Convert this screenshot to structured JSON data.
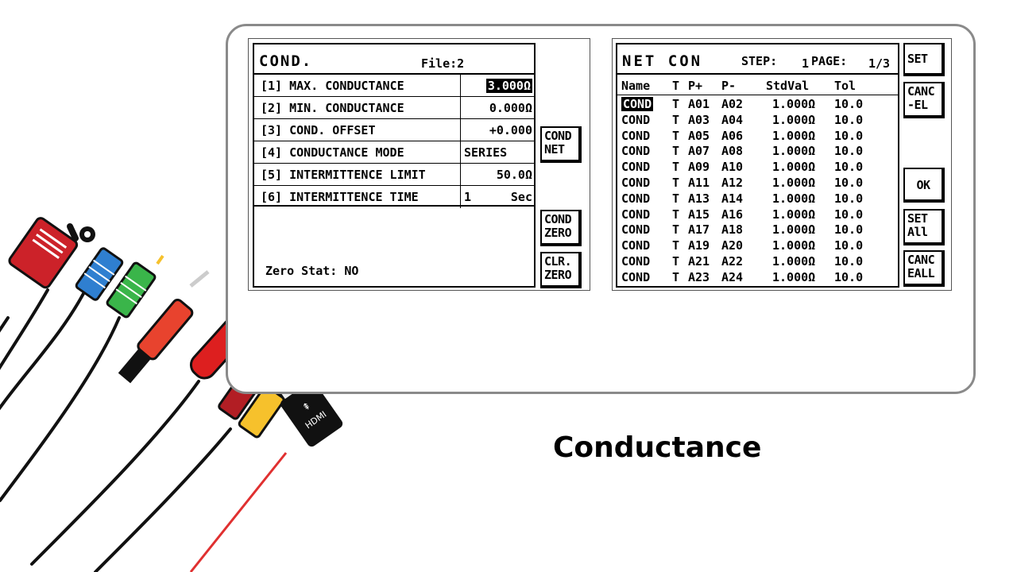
{
  "cond_panel": {
    "title": "COND.",
    "file_label": "File:2",
    "rows": [
      {
        "label": "[1] MAX. CONDUCTANCE",
        "value": "3.000Ω"
      },
      {
        "label": "[2] MIN. CONDUCTANCE",
        "value": "0.000Ω"
      },
      {
        "label": "[3] COND. OFFSET",
        "value": "+0.000"
      },
      {
        "label": "[4] CONDUCTANCE MODE",
        "value": "SERIES"
      },
      {
        "label": "[5] INTERMITTENCE LIMIT",
        "value": "50.0Ω"
      },
      {
        "label": "[6] INTERMITTENCE TIME",
        "value": "1",
        "unit": "Sec"
      }
    ],
    "zero_stat": "Zero Stat: NO",
    "buttons": {
      "cond_net": "COND\nNET",
      "cond_zero": "COND\nZERO",
      "clr_zero": "CLR.\nZERO"
    }
  },
  "net_panel": {
    "title": "NET  CON",
    "step_label": "STEP:",
    "step_value": "1",
    "page_label": "PAGE:",
    "page_value": "1/3",
    "headers": {
      "name": "Name",
      "t": "T",
      "pplus": "P+",
      "pminus": "P-",
      "stdval": "StdVal",
      "tol": "Tol"
    },
    "rows": [
      {
        "name": "COND",
        "t": "T",
        "pp": "A01",
        "pm": "A02",
        "std": "1.000Ω",
        "tol": "10.0"
      },
      {
        "name": "COND",
        "t": "T",
        "pp": "A03",
        "pm": "A04",
        "std": "1.000Ω",
        "tol": "10.0"
      },
      {
        "name": "COND",
        "t": "T",
        "pp": "A05",
        "pm": "A06",
        "std": "1.000Ω",
        "tol": "10.0"
      },
      {
        "name": "COND",
        "t": "T",
        "pp": "A07",
        "pm": "A08",
        "std": "1.000Ω",
        "tol": "10.0"
      },
      {
        "name": "COND",
        "t": "T",
        "pp": "A09",
        "pm": "A10",
        "std": "1.000Ω",
        "tol": "10.0"
      },
      {
        "name": "COND",
        "t": "T",
        "pp": "A11",
        "pm": "A12",
        "std": "1.000Ω",
        "tol": "10.0"
      },
      {
        "name": "COND",
        "t": "T",
        "pp": "A13",
        "pm": "A14",
        "std": "1.000Ω",
        "tol": "10.0"
      },
      {
        "name": "COND",
        "t": "T",
        "pp": "A15",
        "pm": "A16",
        "std": "1.000Ω",
        "tol": "10.0"
      },
      {
        "name": "COND",
        "t": "T",
        "pp": "A17",
        "pm": "A18",
        "std": "1.000Ω",
        "tol": "10.0"
      },
      {
        "name": "COND",
        "t": "T",
        "pp": "A19",
        "pm": "A20",
        "std": "1.000Ω",
        "tol": "10.0"
      },
      {
        "name": "COND",
        "t": "T",
        "pp": "A21",
        "pm": "A22",
        "std": "1.000Ω",
        "tol": "10.0"
      },
      {
        "name": "COND",
        "t": "T",
        "pp": "A23",
        "pm": "A24",
        "std": "1.000Ω",
        "tol": "10.0"
      }
    ],
    "buttons": {
      "set": "SET",
      "cancel": "CANC\n-EL",
      "ok": "OK",
      "set_all": "SET\nAll",
      "cancel_all": "CANC\nEALL"
    }
  },
  "caption": "Conductance",
  "illustration": {
    "hdmi_text": "HDMI",
    "icon": "usb-icon"
  },
  "colors": {
    "frame": "#8a8a8a",
    "red": "#d42a2a",
    "blue": "#2f7fd0",
    "green": "#3ab54a",
    "yellow": "#f6c12c"
  }
}
